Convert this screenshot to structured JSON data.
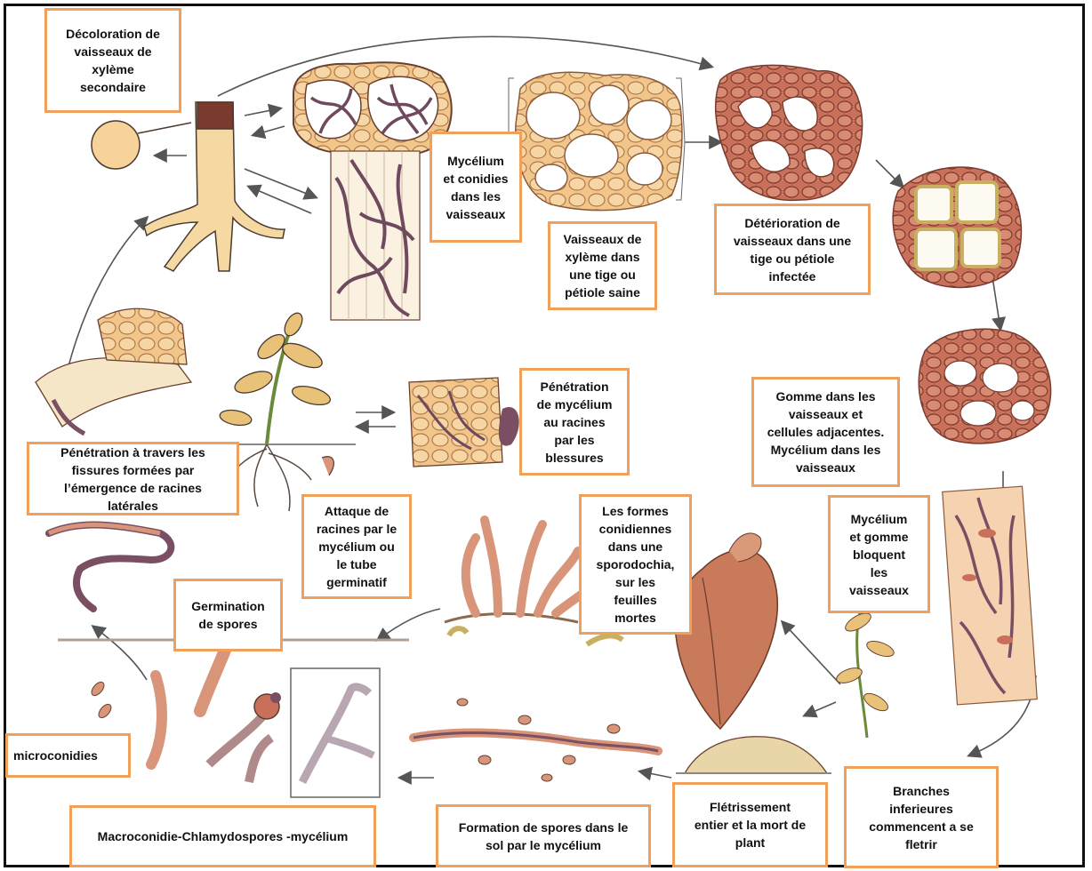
{
  "labels": {
    "decoloration": "Décoloration de\nvaisseaux de\nxylème\nsecondaire",
    "mycelium_conidies": "Mycélium\net conidies\ndans les\nvaisseaux",
    "vaisseaux_sains": "Vaisseaux de\nxylème dans\nune tige ou\npétiole saine",
    "deterioration": "Détérioration de\nvaisseaux dans une\ntige ou pétiole\ninfectée",
    "gomme": "Gomme dans les\nvaisseaux et\ncellules adjacentes.\nMycélium dans les\nvaisseaux",
    "mycelium_gomme": "Mycélium\net gomme\nbloquent\nles\nvaisseaux",
    "branches": "Branches\ninferieures\ncommencent a se\nfletrir",
    "fletrissement": "Flétrissement\nentier et la mort de\nplant",
    "formation_spores": "Formation de spores dans le\nsol par le mycélium",
    "macroconidie": "Macroconidie-Chlamydospores   -mycélium",
    "microconidies": "microconidies",
    "germination": "Germination\nde spores",
    "penetration_fissures": "Pénétration  à travers les\nfissures formées  par\nl’émergence de racines\nlatérales",
    "attaque_racines": "Attaque de\nracines par le\nmycélium ou\nle tube\ngerminatif",
    "penetration_blessures": "Pénétration\nde mycélium\nau racines\npar les\nblessures",
    "formes_conidiennes": "Les formes\nconidiennes\ndans une\nsporodochia,\nsur les\nfeuilles\nmortes"
  },
  "colors": {
    "label_border": "#f0a05a",
    "tissue_fill": "#f2c58a",
    "tissue_dark": "#b8624a",
    "hyphae": "#7a4f63",
    "spore": "#d8957a",
    "stroke": "#4a3a30",
    "arrow": "#555555"
  }
}
